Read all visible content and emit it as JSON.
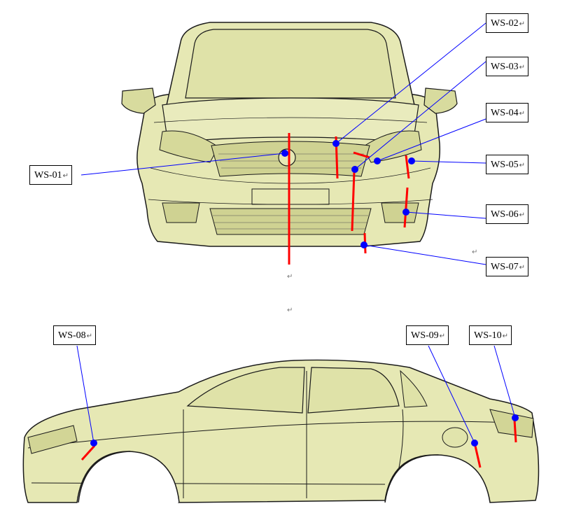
{
  "labels": {
    "ws01": "WS-01",
    "ws02": "WS-02",
    "ws03": "WS-03",
    "ws04": "WS-04",
    "ws05": "WS-05",
    "ws06": "WS-06",
    "ws07": "WS-07",
    "ws08": "WS-08",
    "ws09": "WS-09",
    "ws10": "WS-10"
  },
  "paragraph_mark": "↵",
  "colors": {
    "body_fill": "#e6e8b4",
    "body_shadow": "#c9cc8e",
    "outline": "#1a1a1a",
    "leader_line": "#0000ff",
    "marker_dot": "#0000ff",
    "section_line": "#ff0000"
  },
  "icons": {
    "front_view": "car-front-view-icon",
    "side_view": "car-side-view-icon"
  }
}
